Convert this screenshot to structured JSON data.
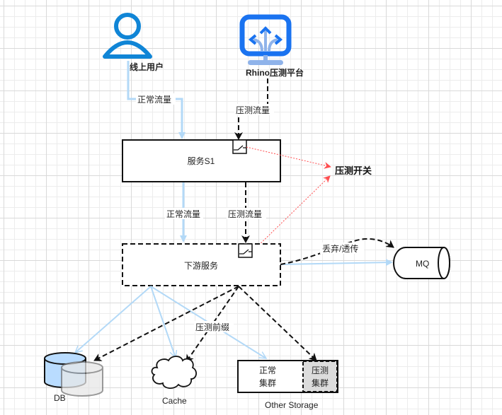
{
  "nodes": {
    "online_user": {
      "label": "线上用户",
      "icon": "user-icon",
      "color": "#1085d6"
    },
    "rhino_platform": {
      "label": "Rhino压测平台",
      "icon": "monitor-arrows-icon",
      "color": "#1a73f0"
    },
    "service_s1": {
      "label": "服务S1"
    },
    "downstream": {
      "label": "下游服务"
    },
    "switch_label": {
      "label": "压测开关"
    },
    "mq": {
      "label": "MQ"
    },
    "db": {
      "label": "DB"
    },
    "cache": {
      "label": "Cache"
    },
    "other_storage": {
      "label": "Other Storage",
      "normal_cluster": [
        "正常",
        "集群"
      ],
      "test_cluster": [
        "压测",
        "集群"
      ]
    }
  },
  "edges": {
    "user_to_s1": "正常流量",
    "rhino_to_s1": "压测流量",
    "s1_to_down_normal": "正常流量",
    "s1_to_down_test": "压测流量",
    "down_to_mq": "丢弃/透传",
    "down_to_storage_prefix": "压测前缀"
  },
  "colors": {
    "normal_flow": "#b3d9f7",
    "test_flow": "#111111",
    "switch_link": "#ff4d4f",
    "db_fill": "#b9dcff",
    "test_cluster_fill": "#dcdcdc"
  }
}
